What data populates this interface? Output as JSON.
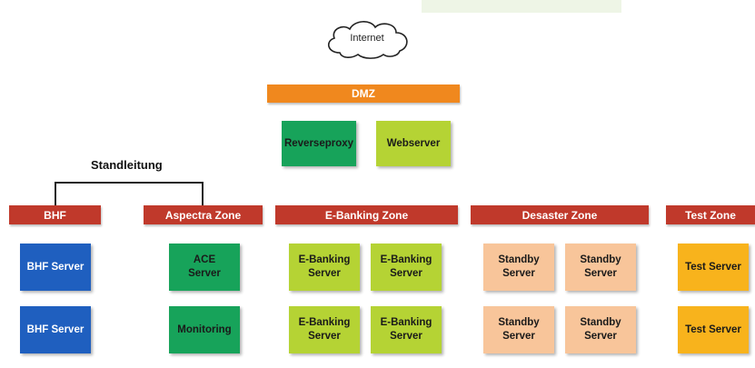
{
  "internet_label": "Internet",
  "standleitung_label": "Standleitung",
  "zones": {
    "dmz": "DMZ",
    "bhf": "BHF",
    "aspectra": "Aspectra Zone",
    "ebanking": "E-Banking Zone",
    "desaster": "Desaster Zone",
    "test": "Test Zone"
  },
  "dmz_servers": {
    "reverseproxy": "Reverseproxy",
    "webserver": "Webserver"
  },
  "bhf_servers": [
    "BHF Server",
    "BHF Server"
  ],
  "aspectra_servers": [
    "ACE\nServer",
    "Monitoring"
  ],
  "ebanking_servers": [
    "E-Banking\nServer",
    "E-Banking\nServer",
    "E-Banking\nServer",
    "E-Banking\nServer"
  ],
  "desaster_servers": [
    "Standby\nServer",
    "Standby\nServer",
    "Standby\nServer",
    "Standby\nServer"
  ],
  "test_servers": [
    "Test Server",
    "Test Server"
  ],
  "colors": {
    "dmz_bar": "#f0881e",
    "zone_bar": "#c0392b",
    "bhf_server": "#1f5fbf",
    "green_server": "#17a35a",
    "ebanking_server": "#b5d334",
    "standby_server": "#f8c59a",
    "test_server": "#f8b31c"
  }
}
